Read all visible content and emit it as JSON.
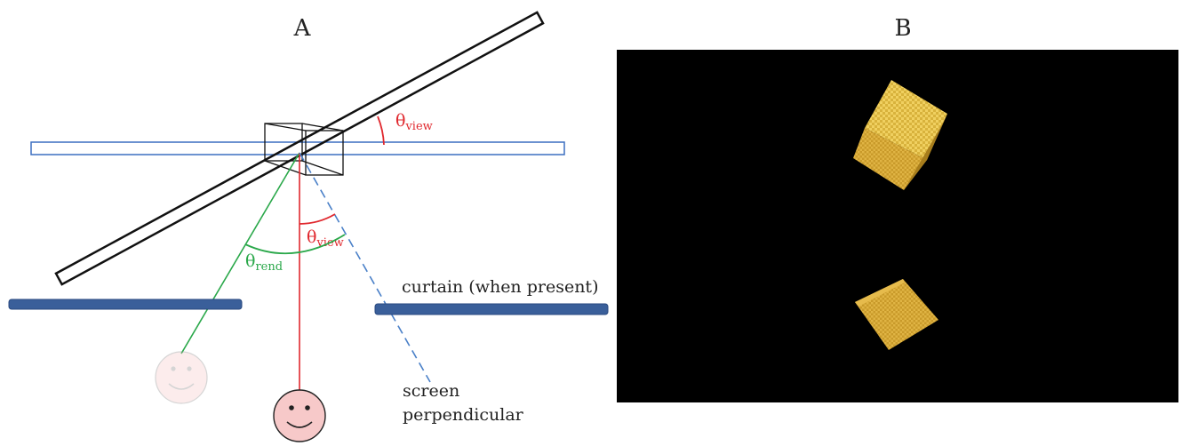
{
  "panel_a": {
    "label": "A",
    "theta_view_top": {
      "symbol": "θ",
      "sub": "view"
    },
    "theta_view_mid": {
      "symbol": "θ",
      "sub": "view"
    },
    "theta_rend": {
      "symbol": "θ",
      "sub": "rend"
    },
    "curtain_label": "curtain (when present)",
    "screen_perp_line1": "screen",
    "screen_perp_line2": "perpendicular"
  },
  "panel_b": {
    "label": "B"
  },
  "colors": {
    "screen_outline": "#3b6fc0",
    "curtain": "#3a5f9a",
    "angle_red": "#e0282e",
    "rend_green": "#2aa84a",
    "perp_dash": "#4a80c8",
    "face_fill": "#f7c9c9",
    "gold": "#d6a93a"
  }
}
